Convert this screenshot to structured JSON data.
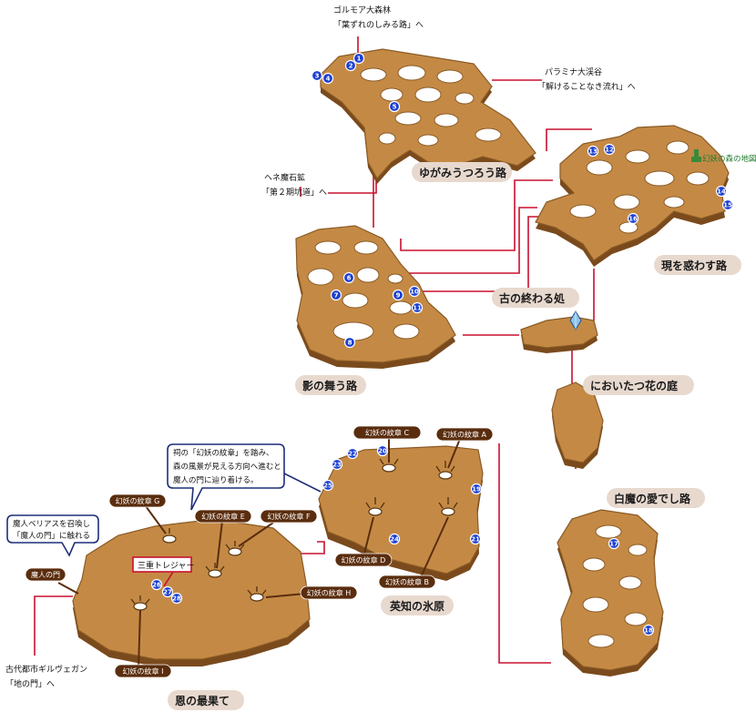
{
  "areas": {
    "yugami": "ゆがみうつろう路",
    "utsutsu": "現を惑わす路",
    "inishie": "古の終わる処",
    "kage": "影の舞う路",
    "nioi": "においたつ花の庭",
    "hakuma": "白魔の愛でし路",
    "eichi": "英知の氷原",
    "on": "恩の最果て"
  },
  "exits": {
    "golmore_1": "ゴルモア大森林",
    "golmore_2": "「葉ずれのしみる路」へ",
    "paramina_1": "パラミナ大渓谷",
    "paramina_2": "「解けることなき流れ」へ",
    "hene_1": "ヘネ魔石鉱",
    "hene_2": "「第２期坑道」へ",
    "gilvegan_1": "古代都市ギルヴェガン",
    "gilvegan_2": "「地の門」へ"
  },
  "forest_map_link": "幻妖の森の地図",
  "callouts": {
    "crest": [
      "祠の「幻妖の紋章」を踏み、",
      "森の風景が見える方向へ進むと",
      "魔人の門に辿り着ける。"
    ],
    "belias": [
      "魔人ベリアスを召喚し",
      "「魔人の門」に触れる"
    ]
  },
  "treasure": "三重トレジャー",
  "tags": {
    "gate": "魔人の門",
    "crest_a": "幻妖の紋章 A",
    "crest_b": "幻妖の紋章 B",
    "crest_c": "幻妖の紋章 C",
    "crest_d": "幻妖の紋章 D",
    "crest_e": "幻妖の紋章 E",
    "crest_f": "幻妖の紋章 F",
    "crest_g": "幻妖の紋章 G",
    "crest_h": "幻妖の紋章 H",
    "crest_i": "幻妖の紋章 I"
  },
  "pins": [
    "1",
    "2",
    "3",
    "4",
    "5",
    "6",
    "7",
    "8",
    "9",
    "10",
    "11",
    "12",
    "13",
    "14",
    "15",
    "16",
    "17",
    "18",
    "19",
    "20",
    "21",
    "22",
    "23",
    "24",
    "25",
    "26",
    "27",
    "28"
  ],
  "colors": {
    "ground": "#c48a45",
    "route": "#c8102e",
    "pin": "#1c3fd1",
    "tag": "#5a2d0e",
    "callout": "#1f2f7a"
  }
}
